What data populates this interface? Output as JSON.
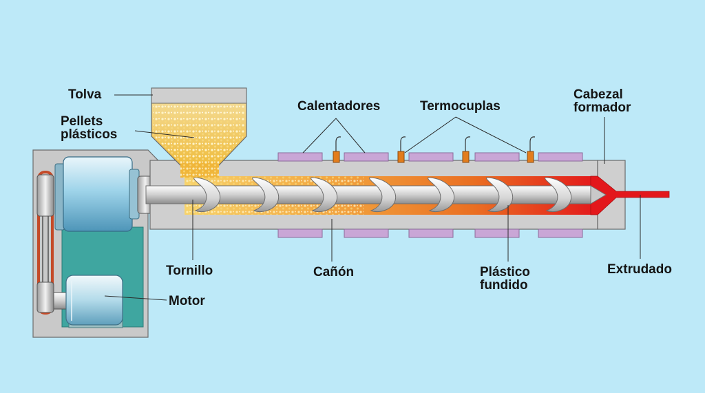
{
  "labels": {
    "tolva": "Tolva",
    "pellets_line1": "Pellets",
    "pellets_line2": "plásticos",
    "calentadores": "Calentadores",
    "termocuplas": "Termocuplas",
    "cabezal_line1": "Cabezal",
    "cabezal_line2": "formador",
    "tornillo": "Tornillo",
    "motor": "Motor",
    "canon": "Cañón",
    "plastico_line1": "Plástico",
    "plastico_line2": "fundido",
    "extrudado": "Extrudado"
  },
  "colors": {
    "background": "#bde9f8",
    "frame": "#c9c9c9",
    "motor_bay": "#3fa6a0",
    "motor_body": "#86c9e6",
    "heater": "#c9a6d6",
    "thermocouple": "#e27d1c",
    "pellets": "#f0c048",
    "melt": "#e85a1a",
    "extrudate": "#e3171b",
    "screw": "#e6e6e6"
  }
}
